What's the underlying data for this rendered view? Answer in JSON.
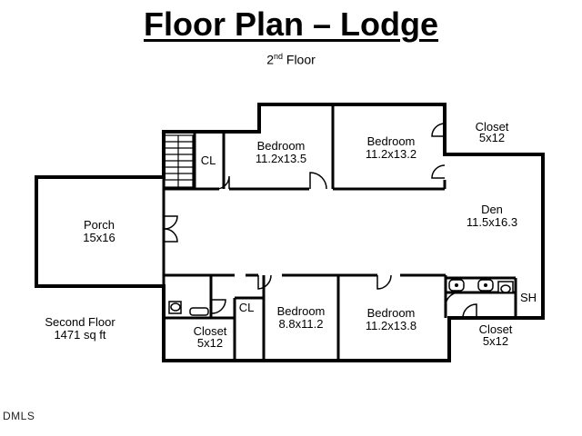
{
  "header": {
    "title": "Floor Plan – Lodge",
    "subtitle_ordinal": "2",
    "subtitle_suffix": "nd",
    "subtitle_rest": "Floor"
  },
  "rooms": {
    "bedroom1": {
      "name": "Bedroom",
      "dims": "11.2x13.5"
    },
    "bedroom2": {
      "name": "Bedroom",
      "dims": "11.2x13.2"
    },
    "bedroom3": {
      "name": "Bedroom",
      "dims": "8.8x11.2"
    },
    "bedroom4": {
      "name": "Bedroom",
      "dims": "11.2x13.8"
    },
    "porch": {
      "name": "Porch",
      "dims": "15x16"
    },
    "den": {
      "name": "Den",
      "dims": "11.5x16.3"
    },
    "closet_top": {
      "name": "Closet",
      "dims": "5x12"
    },
    "closet_left": {
      "name": "Closet",
      "dims": "5x12"
    },
    "closet_right": {
      "name": "Closet",
      "dims": "5x12"
    },
    "cl_top": {
      "name": "CL"
    },
    "cl_bottom": {
      "name": "CL"
    },
    "shower": {
      "name": "SH"
    }
  },
  "summary": {
    "line1": "Second Floor",
    "line2": "1471 sq ft"
  },
  "watermark": "DMLS"
}
